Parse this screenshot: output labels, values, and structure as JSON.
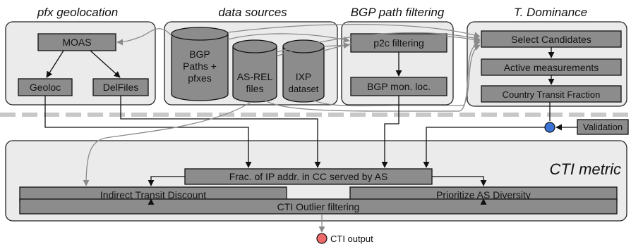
{
  "sections": {
    "pfx_geolocation": "pfx geolocation",
    "data_sources": "data sources",
    "bgp_path_filtering": "BGP path filtering",
    "t_dominance": "T. Dominance",
    "cti_metric": "CTI metric"
  },
  "boxes": {
    "moas": "MOAS",
    "geoloc": "Geoloc",
    "delfiles": "DelFiles",
    "p2c_filtering": "p2c filtering",
    "bgp_mon_loc": "BGP mon. loc.",
    "select_candidates": "Select Candidates",
    "active_measurements": "Active measurements",
    "country_transit_fraction": "Country Transit Fraction",
    "validation": "Validation",
    "frac_ip": "Frac. of IP addr. in CC served by AS",
    "indirect_transit": "Indirect Transit Discount",
    "prioritize_as": "Prioritize AS Diversity",
    "cti_outlier": "CTI Outlier filtering",
    "cti_output": "CTI output"
  },
  "datasets": {
    "bgp": [
      "BGP",
      "Paths +",
      "pfxes"
    ],
    "asrel": [
      "AS-REL",
      "files"
    ],
    "ixp": [
      "IXP",
      "dataset"
    ]
  },
  "colors": {
    "panel": "#ebebeb",
    "box": "#8c8c8c",
    "validation_node": "#3b73d9",
    "output_node": "#ef6b6b",
    "divider": "#c8c8c8"
  }
}
